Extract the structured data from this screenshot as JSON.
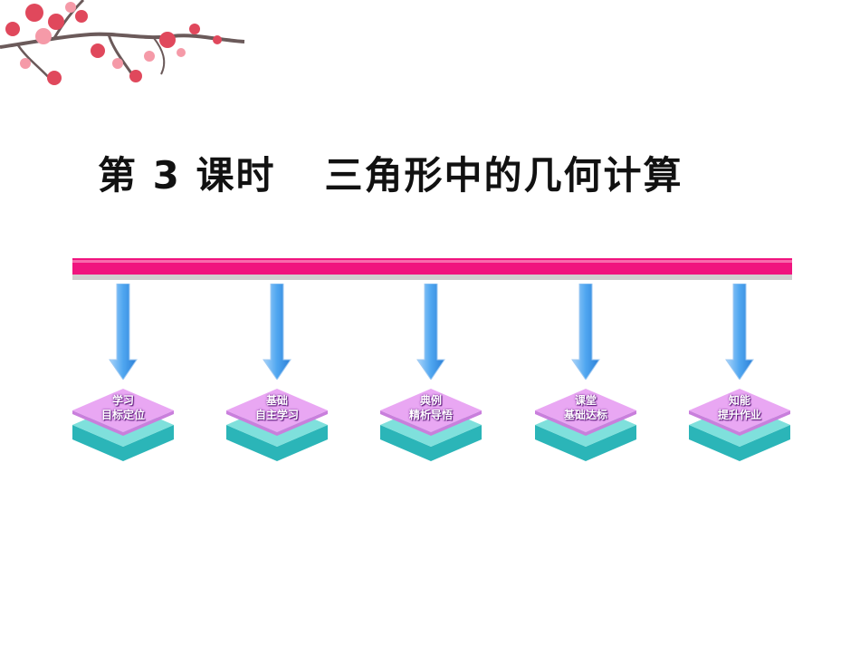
{
  "title": {
    "lesson": "第 3 课时",
    "topic": "三角形中的几何计算"
  },
  "nav": [
    {
      "line1": "学习",
      "line2": "目标定位"
    },
    {
      "line1": "基础",
      "line2": "自主学习"
    },
    {
      "line1": "典例",
      "line2": "精析导悟"
    },
    {
      "line1": "课堂",
      "line2": "基础达标"
    },
    {
      "line1": "知能",
      "line2": "提升作业"
    }
  ],
  "colors": {
    "bar": "#f0147f",
    "arrow": "#4fa6f0",
    "tile_top": "#e8a0f0",
    "tile_side": "#3cc8c8"
  }
}
